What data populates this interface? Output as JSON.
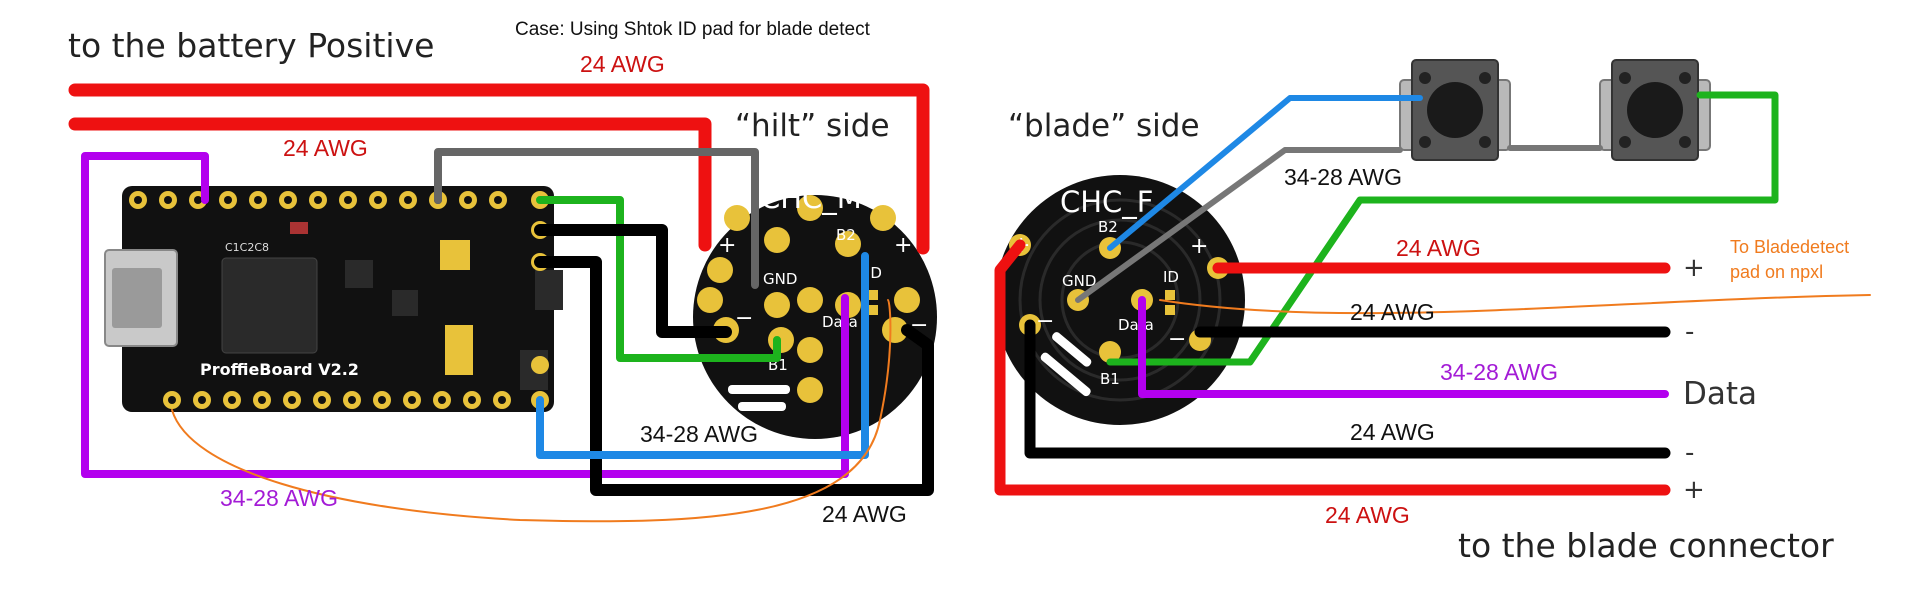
{
  "header": {
    "case_title": "Case: Using Shtok ID pad for blade detect",
    "battery_label": "to the battery Positive",
    "blade_connector_label": "to the blade connector"
  },
  "sides": {
    "hilt": "“hilt” side",
    "blade": "“blade” side"
  },
  "board": {
    "name": "ProffieBoard V2.2",
    "chip_label": "C1C2C8"
  },
  "connectors": {
    "male": {
      "title": "CHC_M",
      "pins": {
        "b2": "B2",
        "gnd": "GND",
        "id": "ID",
        "data": "Data",
        "b1": "B1",
        "plus": "+",
        "minus": "−"
      }
    },
    "female": {
      "title": "CHC_F",
      "pins": {
        "b2": "B2",
        "gnd": "GND",
        "id": "ID",
        "data": "Data",
        "b1": "B1",
        "plus": "+",
        "minus": "−"
      }
    }
  },
  "wire_labels": {
    "red_top": "24 AWG",
    "red_second": "24 AWG",
    "purple_bottom": "34-28 AWG",
    "blue_bottom": "34-28 AWG",
    "black_bottom": "24 AWG",
    "switch_wires": "34-28 AWG",
    "blade_red": "24 AWG",
    "blade_black": "24 AWG",
    "blade_purple": "34-28 AWG",
    "blade_black2": "24 AWG",
    "blade_red2": "24 AWG"
  },
  "outputs": {
    "plus_top": "+",
    "minus_top": "-",
    "data": "Data",
    "minus_bottom": "-",
    "plus_bottom": "+"
  },
  "annotation": {
    "line1": "To Bladedetect",
    "line2": "pad on npxl"
  },
  "colors": {
    "red": "#ee1111",
    "black": "#000000",
    "purple": "#b300ee",
    "blue": "#1e88e5",
    "green": "#1db31d",
    "gray": "#666666",
    "orange": "#f07b1e",
    "label_red": "#cc1111",
    "label_purple": "#a31bd6"
  }
}
